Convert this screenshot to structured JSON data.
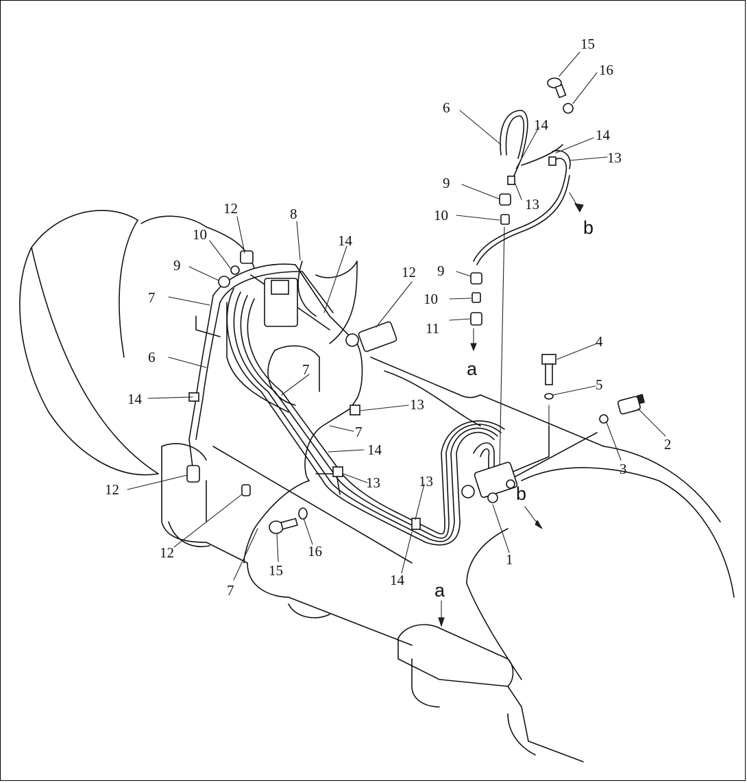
{
  "diagram": {
    "callouts": [
      "15",
      "16",
      "6",
      "14",
      "14",
      "13",
      "9",
      "13",
      "b",
      "10",
      "9",
      "10",
      "11",
      "a",
      "12",
      "8",
      "14",
      "10",
      "12",
      "9",
      "7",
      "6",
      "7",
      "14",
      "4",
      "5",
      "2",
      "3",
      "13",
      "7",
      "14",
      "13",
      "13",
      "12",
      "12",
      "b",
      "1",
      "16",
      "15",
      "14",
      "7",
      "a"
    ]
  }
}
